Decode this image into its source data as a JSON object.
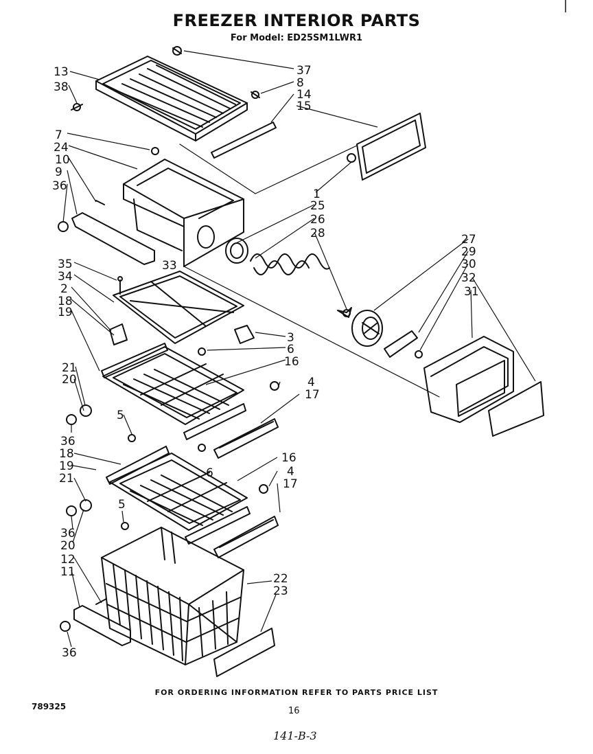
{
  "title": "FREEZER INTERIOR PARTS",
  "subtitle": "For Model: ED25SM1LWR1",
  "footer_note": "FOR ORDERING INFORMATION REFER TO PARTS PRICE LIST",
  "doc_number": "789325",
  "page_number": "16",
  "handwritten_note": "141-B-3",
  "callouts": [
    "13",
    "38",
    "37",
    "8",
    "14",
    "15",
    "7",
    "24",
    "10",
    "9",
    "36",
    "1",
    "25",
    "26",
    "28",
    "35",
    "34",
    "2",
    "18",
    "19",
    "3",
    "6",
    "16",
    "4",
    "17",
    "21",
    "20",
    "36",
    "5",
    "27",
    "29",
    "30",
    "32",
    "31",
    "33",
    "18",
    "19",
    "21",
    "6",
    "16",
    "4",
    "17",
    "5",
    "36",
    "20",
    "12",
    "11",
    "22",
    "23",
    "36"
  ]
}
